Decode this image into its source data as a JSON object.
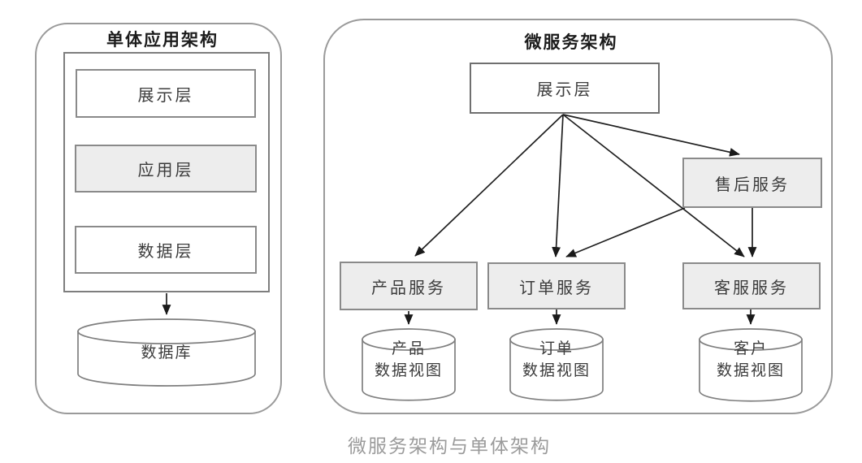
{
  "caption": "微服务架构与单体架构",
  "monolith": {
    "title": "单体应用架构",
    "layers": [
      "展示层",
      "应用层",
      "数据层"
    ],
    "database": "数据库"
  },
  "microservices": {
    "title": "微服务架构",
    "presentation": "展示层",
    "services": {
      "product": "产品服务",
      "order": "订单服务",
      "aftersales": "售后服务",
      "customer": "客服服务"
    },
    "datastores": {
      "product": {
        "line1": "产品",
        "line2": "数据视图"
      },
      "order": {
        "line1": "订单",
        "line2": "数据视图"
      },
      "customer": {
        "line1": "客户",
        "line2": "数据视图"
      }
    },
    "edges": [
      {
        "from": "展示层",
        "to": "产品服务"
      },
      {
        "from": "展示层",
        "to": "订单服务"
      },
      {
        "from": "展示层",
        "to": "售后服务"
      },
      {
        "from": "展示层",
        "to": "客服服务"
      },
      {
        "from": "售后服务",
        "to": "订单服务"
      },
      {
        "from": "售后服务",
        "to": "客服服务"
      },
      {
        "from": "产品服务",
        "to": "产品数据视图"
      },
      {
        "from": "订单服务",
        "to": "订单数据视图"
      },
      {
        "from": "客服服务",
        "to": "客户数据视图"
      }
    ]
  },
  "monolith_edges": [
    {
      "from": "数据层",
      "to": "数据库"
    }
  ],
  "colors": {
    "box_fill": "#ededed",
    "box_border": "#8a8a8a",
    "arrow": "#1f1f1f",
    "caption": "#9b9b9b"
  }
}
